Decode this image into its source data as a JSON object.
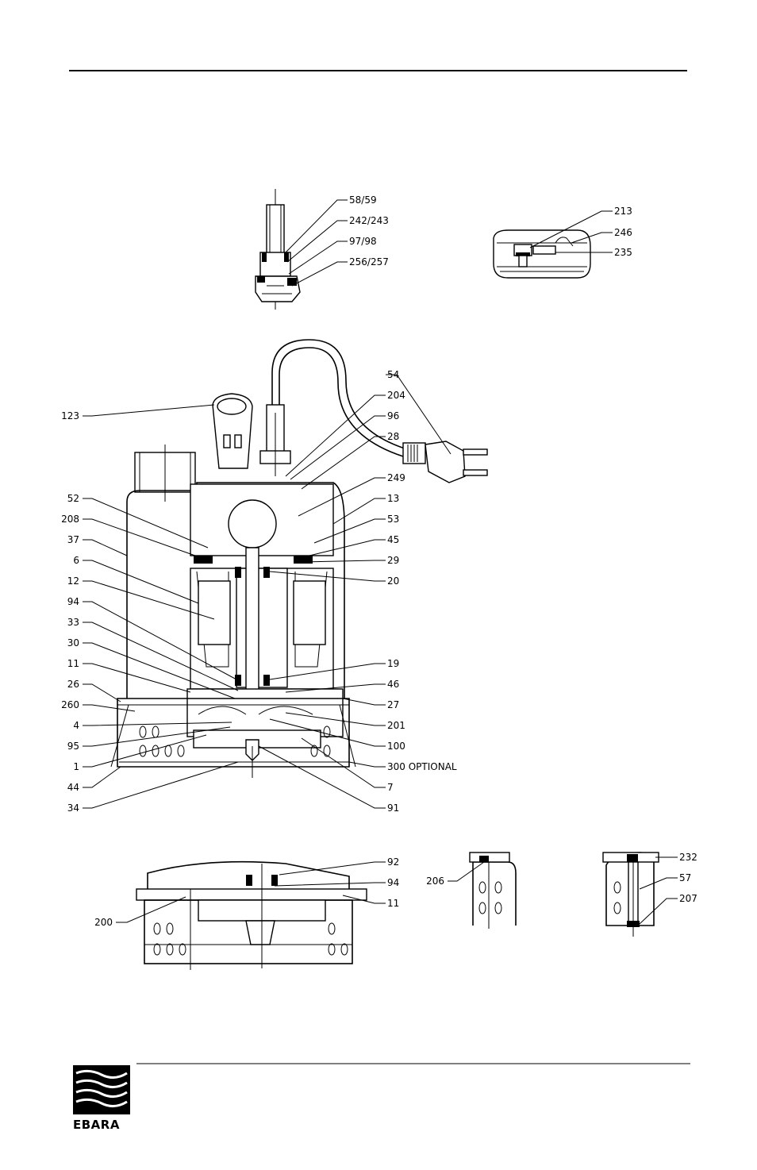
{
  "brand": {
    "name": "EBARA"
  },
  "top_left_detail": {
    "labels": [
      "58/59",
      "242/243",
      "97/98",
      "256/257"
    ]
  },
  "top_right_detail": {
    "labels": [
      "213",
      "246",
      "235"
    ]
  },
  "main_view": {
    "left_labels": [
      "123",
      "52",
      "208",
      "37",
      "6",
      "12",
      "94",
      "33",
      "30",
      "11",
      "26",
      "260",
      "4",
      "95",
      "1",
      "44",
      "34"
    ],
    "right_labels": [
      "54",
      "204",
      "96",
      "28",
      "249",
      "13",
      "53",
      "45",
      "29",
      "20",
      "19",
      "46",
      "27",
      "201",
      "100",
      "300 OPTIONAL",
      "7",
      "91"
    ]
  },
  "bottom_left_detail": {
    "labels": [
      "92",
      "94",
      "11",
      "200"
    ]
  },
  "bottom_mid_detail": {
    "labels": [
      "206"
    ]
  },
  "bottom_right_detail": {
    "labels": [
      "232",
      "57",
      "207"
    ]
  }
}
